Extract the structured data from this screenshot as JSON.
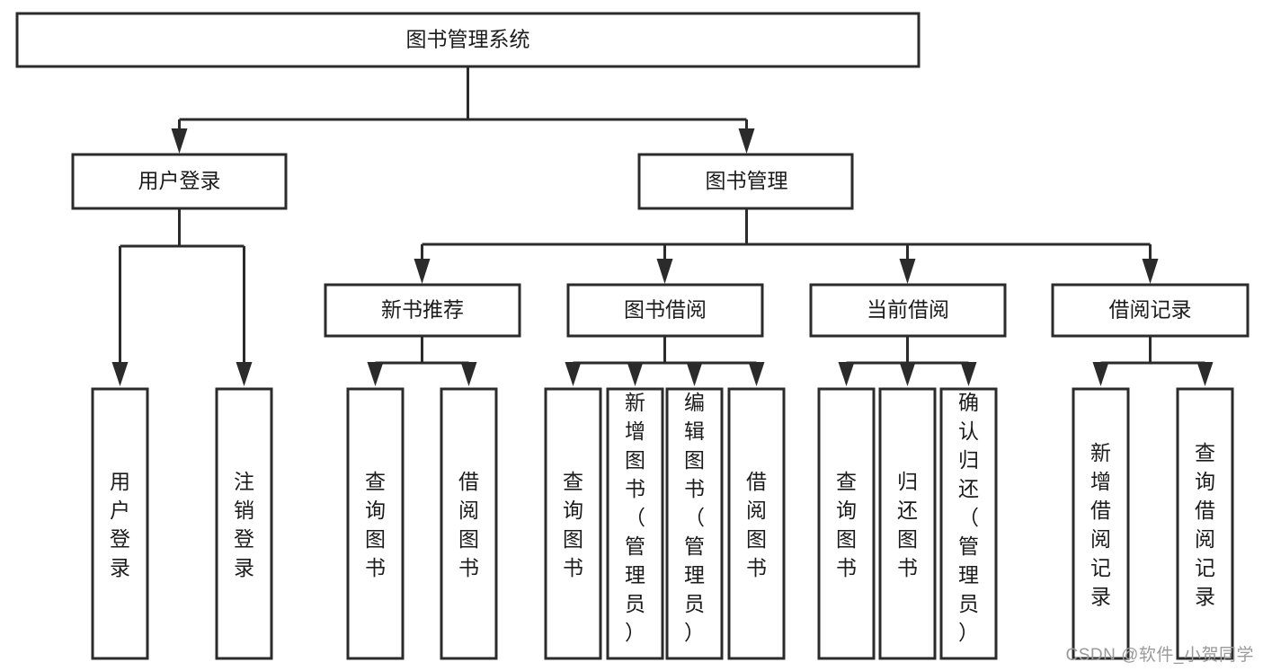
{
  "diagram": {
    "type": "tree-hierarchy",
    "title": "图书管理系统",
    "root": {
      "id": "root",
      "label": "图书管理系统",
      "level": 0
    },
    "level1": [
      {
        "id": "user-login",
        "label": "用户登录"
      },
      {
        "id": "book-manage",
        "label": "图书管理"
      }
    ],
    "level2": [
      {
        "id": "new-book-recommend",
        "label": "新书推荐",
        "parent": "book-manage"
      },
      {
        "id": "book-borrow",
        "label": "图书借阅",
        "parent": "book-manage"
      },
      {
        "id": "current-borrow",
        "label": "当前借阅",
        "parent": "book-manage"
      },
      {
        "id": "borrow-record",
        "label": "借阅记录",
        "parent": "book-manage"
      }
    ],
    "leaves": {
      "user-login": [
        {
          "id": "leaf-user-login",
          "label": "用户登录"
        },
        {
          "id": "leaf-logout",
          "label": "注销登录"
        }
      ],
      "new-book-recommend": [
        {
          "id": "leaf-query-book-1",
          "label": "查询图书"
        },
        {
          "id": "leaf-borrow-book-1",
          "label": "借阅图书"
        }
      ],
      "book-borrow": [
        {
          "id": "leaf-query-book-2",
          "label": "查询图书"
        },
        {
          "id": "leaf-add-book",
          "label": "新增图书（管理员）"
        },
        {
          "id": "leaf-edit-book",
          "label": "编辑图书（管理员）"
        },
        {
          "id": "leaf-borrow-book-2",
          "label": "借阅图书"
        }
      ],
      "current-borrow": [
        {
          "id": "leaf-query-book-3",
          "label": "查询图书"
        },
        {
          "id": "leaf-return-book",
          "label": "归还图书"
        },
        {
          "id": "leaf-confirm-return",
          "label": "确认归还（管理员）"
        }
      ],
      "borrow-record": [
        {
          "id": "leaf-add-record",
          "label": "新增借阅记录"
        },
        {
          "id": "leaf-query-record",
          "label": "查询借阅记录"
        }
      ]
    }
  },
  "watermark": {
    "text": "CSDN @软件_小贺同学"
  },
  "colors": {
    "stroke": "#2b2b2b",
    "box_fill": "#ffffff",
    "text": "#1b1b1b",
    "watermark": "#9a9a9a",
    "background": "#ffffff"
  }
}
